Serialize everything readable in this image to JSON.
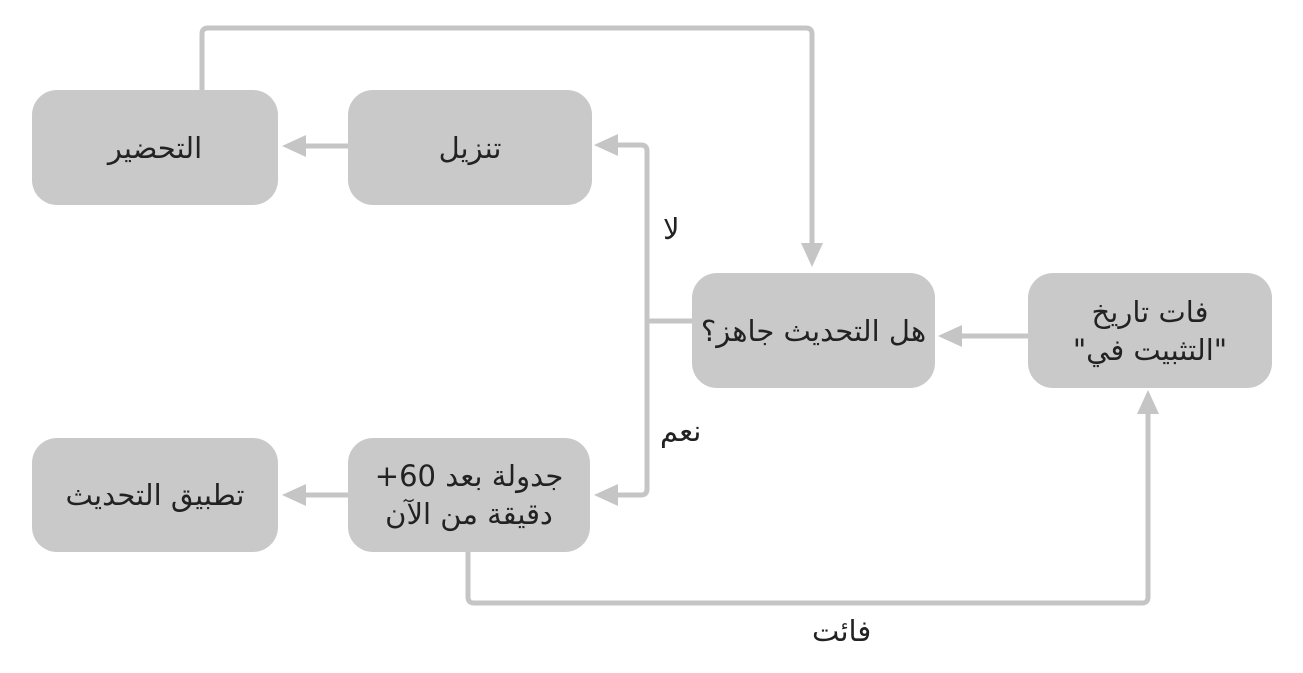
{
  "diagram": {
    "type": "flowchart",
    "direction": "right-to-left",
    "background_color": "#ffffff",
    "node_fill_color": "#c9c9c9",
    "edge_color": "#c5c5c5",
    "text_color": "#222222",
    "nodes": [
      {
        "id": "prepare",
        "label": "التحضير"
      },
      {
        "id": "download",
        "label": "تنزيل"
      },
      {
        "id": "update-ready",
        "label": "هل التحديث جاهز؟"
      },
      {
        "id": "install-date-passed",
        "label": "فات تاريخ\n\"التثبيت في\""
      },
      {
        "id": "apply-update",
        "label": "تطبيق التحديث"
      },
      {
        "id": "schedule",
        "label": "جدولة بعد 60+\nدقيقة من الآن"
      }
    ],
    "edges": [
      {
        "from": "download",
        "to": "prepare",
        "label": ""
      },
      {
        "from": "prepare",
        "to": "update-ready",
        "label": ""
      },
      {
        "from": "install-date-passed",
        "to": "update-ready",
        "label": ""
      },
      {
        "from": "update-ready",
        "to": "download",
        "label": "لا"
      },
      {
        "from": "update-ready",
        "to": "schedule",
        "label": "نعم"
      },
      {
        "from": "schedule",
        "to": "apply-update",
        "label": ""
      },
      {
        "from": "schedule",
        "to": "install-date-passed",
        "label": "فائت"
      }
    ]
  }
}
